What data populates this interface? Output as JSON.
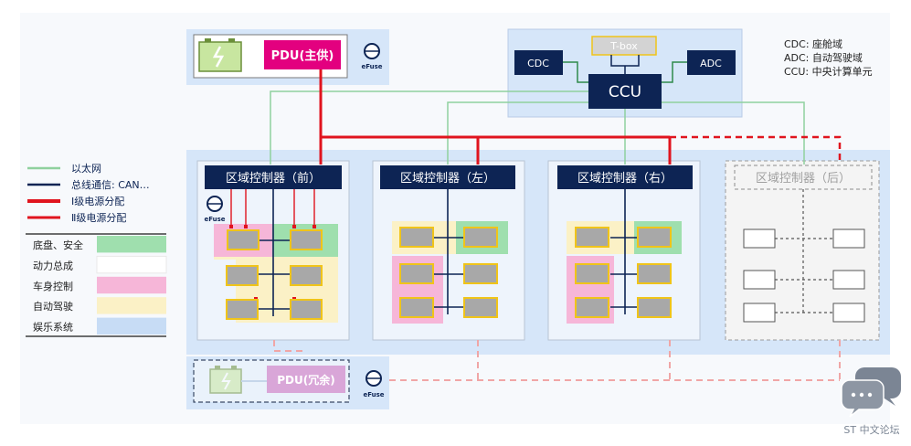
{
  "power_top": {
    "label": "PDU(主供)",
    "efuse": "eFuse"
  },
  "power_bottom": {
    "label": "PDU(冗余)",
    "efuse": "eFuse"
  },
  "efuse_front": "eFuse",
  "ccu_box": {
    "ccu": "CCU",
    "cdc": "CDC",
    "adc": "ADC",
    "tbox": "T-box"
  },
  "definitions": [
    "CDC: 座舱域",
    "ADC: 自动驾驶域",
    "CCU: 中央计算单元"
  ],
  "legend_lines": [
    {
      "label": "以太网",
      "color": "#8fd19e",
      "style": "solid-thin"
    },
    {
      "label": "总线通信: CAN…",
      "color": "#0d2454",
      "style": "solid-thin"
    },
    {
      "label": "Ⅰ级电源分配",
      "color": "#e0141e",
      "style": "solid-thick"
    },
    {
      "label": "Ⅱ级电源分配",
      "color": "#e0141e",
      "style": "solid-medium"
    }
  ],
  "legend_areas": [
    {
      "label": "底盘、安全",
      "color": "#9fdfae"
    },
    {
      "label": "动力总成",
      "color": "#ffffff"
    },
    {
      "label": "车身控制",
      "color": "#f6b6d8"
    },
    {
      "label": "自动驾驶",
      "color": "#fbf1c6"
    },
    {
      "label": "娱乐系统",
      "color": "#c7dcf5"
    }
  ],
  "zones": {
    "front": "区域控制器（前）",
    "left": "区域控制器（左）",
    "right": "区域控制器（右）",
    "rear": "区域控制器（后）"
  },
  "watermark": "ST 中文论坛",
  "colors": {
    "navy": "#0d2454",
    "red": "#e0141e",
    "ethernet": "#8fd19e",
    "panel": "#d6e6f9",
    "pdu_main": "#e3007f",
    "pdu_backup": "#d9a6d8",
    "ecu_fill": "#a8a8a8",
    "ecu_stroke": "#f0c419"
  }
}
